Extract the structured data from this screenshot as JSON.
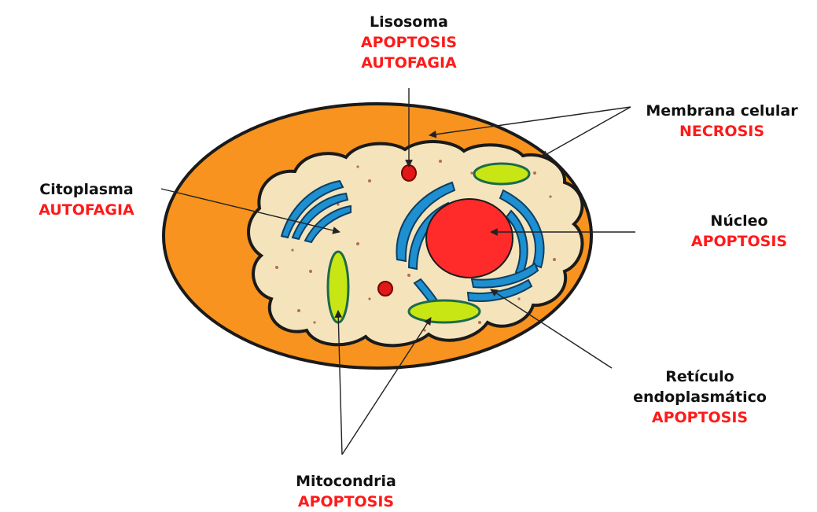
{
  "colors": {
    "process_text": "#ff1a1a",
    "label_text": "#111111",
    "membrane_orange": "#f7931e",
    "cytoplasm": "#f5e3bc",
    "nucleus": "#ff2b2b",
    "reticulum": "#1e8fd0",
    "mitochondria": "#c8e614",
    "lysosome": "#e01818"
  },
  "labels": {
    "lisosoma": {
      "name": "Lisosoma",
      "processes": [
        "APOPTOSIS",
        "AUTOFAGIA"
      ]
    },
    "membrana": {
      "name": "Membrana celular",
      "processes": [
        "NECROSIS"
      ]
    },
    "citoplasma": {
      "name": "Citoplasma",
      "processes": [
        "AUTOFAGIA"
      ]
    },
    "nucleo": {
      "name": "Núcleo",
      "processes": [
        "APOPTOSIS"
      ]
    },
    "reticulo": {
      "name_lines": [
        "Retículo",
        "endoplasmático"
      ],
      "processes": [
        "APOPTOSIS"
      ]
    },
    "mitocondria": {
      "name": "Mitocondria",
      "processes": [
        "APOPTOSIS"
      ]
    }
  }
}
